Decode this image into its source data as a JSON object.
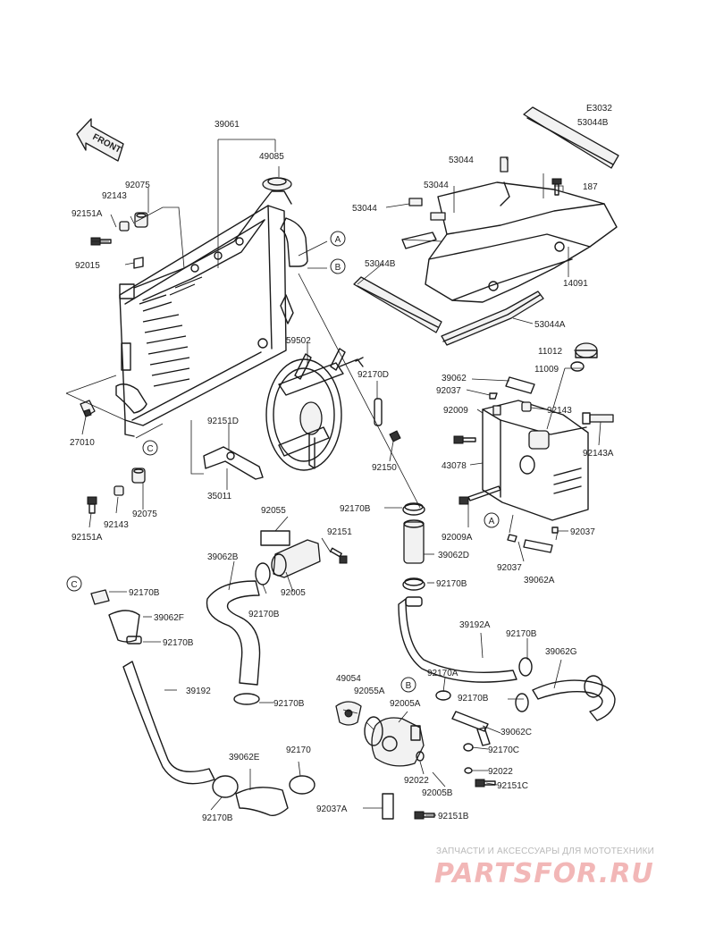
{
  "diagram_code": "E3032",
  "front_label": "FRONT",
  "callouts": {
    "a": "A",
    "b": "B",
    "c": "C"
  },
  "parts": {
    "p39061": "39061",
    "p49085": "49085",
    "p92075_top": "92075",
    "p92143_top": "92143",
    "p92151a_top": "92151A",
    "p92015": "92015",
    "p27010": "27010",
    "p59502": "59502",
    "p92170d": "92170D",
    "p92151d": "92151D",
    "p92150": "92150",
    "p35011": "35011",
    "p92075_bot": "92075",
    "p92143_bot": "92143",
    "p92151a_bot": "92151A",
    "p53044b_top": "53044B",
    "p53044_1": "53044",
    "p53044_2": "53044",
    "p53044_3": "53044",
    "p187": "187",
    "p53044b_mid": "53044B",
    "p14091": "14091",
    "p53044a": "53044A",
    "p11012": "11012",
    "p11009": "11009",
    "p39062": "39062",
    "p92037_1": "92037",
    "p92009": "92009",
    "p92143_tank": "92143",
    "p92143a": "92143A",
    "p43078": "43078",
    "p92170b_1": "92170B",
    "p92009a": "92009A",
    "p39062d": "39062D",
    "p92037_2": "92037",
    "p92037_3": "92037",
    "p39062a": "39062A",
    "p92170b_2": "92170B",
    "p92055": "92055",
    "p92151": "92151",
    "p39062b": "39062B",
    "p92005": "92005",
    "p92170b_3": "92170B",
    "p92170b_c": "92170B",
    "p39062f": "39062F",
    "p92170b_4": "92170B",
    "p39192": "39192",
    "p92170b_5": "92170B",
    "p39192a": "39192A",
    "p92170b_6": "92170B",
    "p39062g": "39062G",
    "p49054": "49054",
    "p92055a": "92055A",
    "p92005a": "92005A",
    "p92170a": "92170A",
    "p92170b_7": "92170B",
    "p39062c": "39062C",
    "p92170c": "92170C",
    "p92022_1": "92022",
    "p92022_2": "92022",
    "p92005b": "92005B",
    "p92151c": "92151C",
    "p39062e": "39062E",
    "p92170": "92170",
    "p92170b_8": "92170B",
    "p92037a": "92037A",
    "p92151b": "92151B"
  },
  "watermark": {
    "tagline": "ЗАПЧАСТИ И АКСЕССУАРЫ ДЛЯ МОТОТЕХНИКИ",
    "site": "PARTSFOR.RU",
    "color": "#f2b7b7"
  }
}
